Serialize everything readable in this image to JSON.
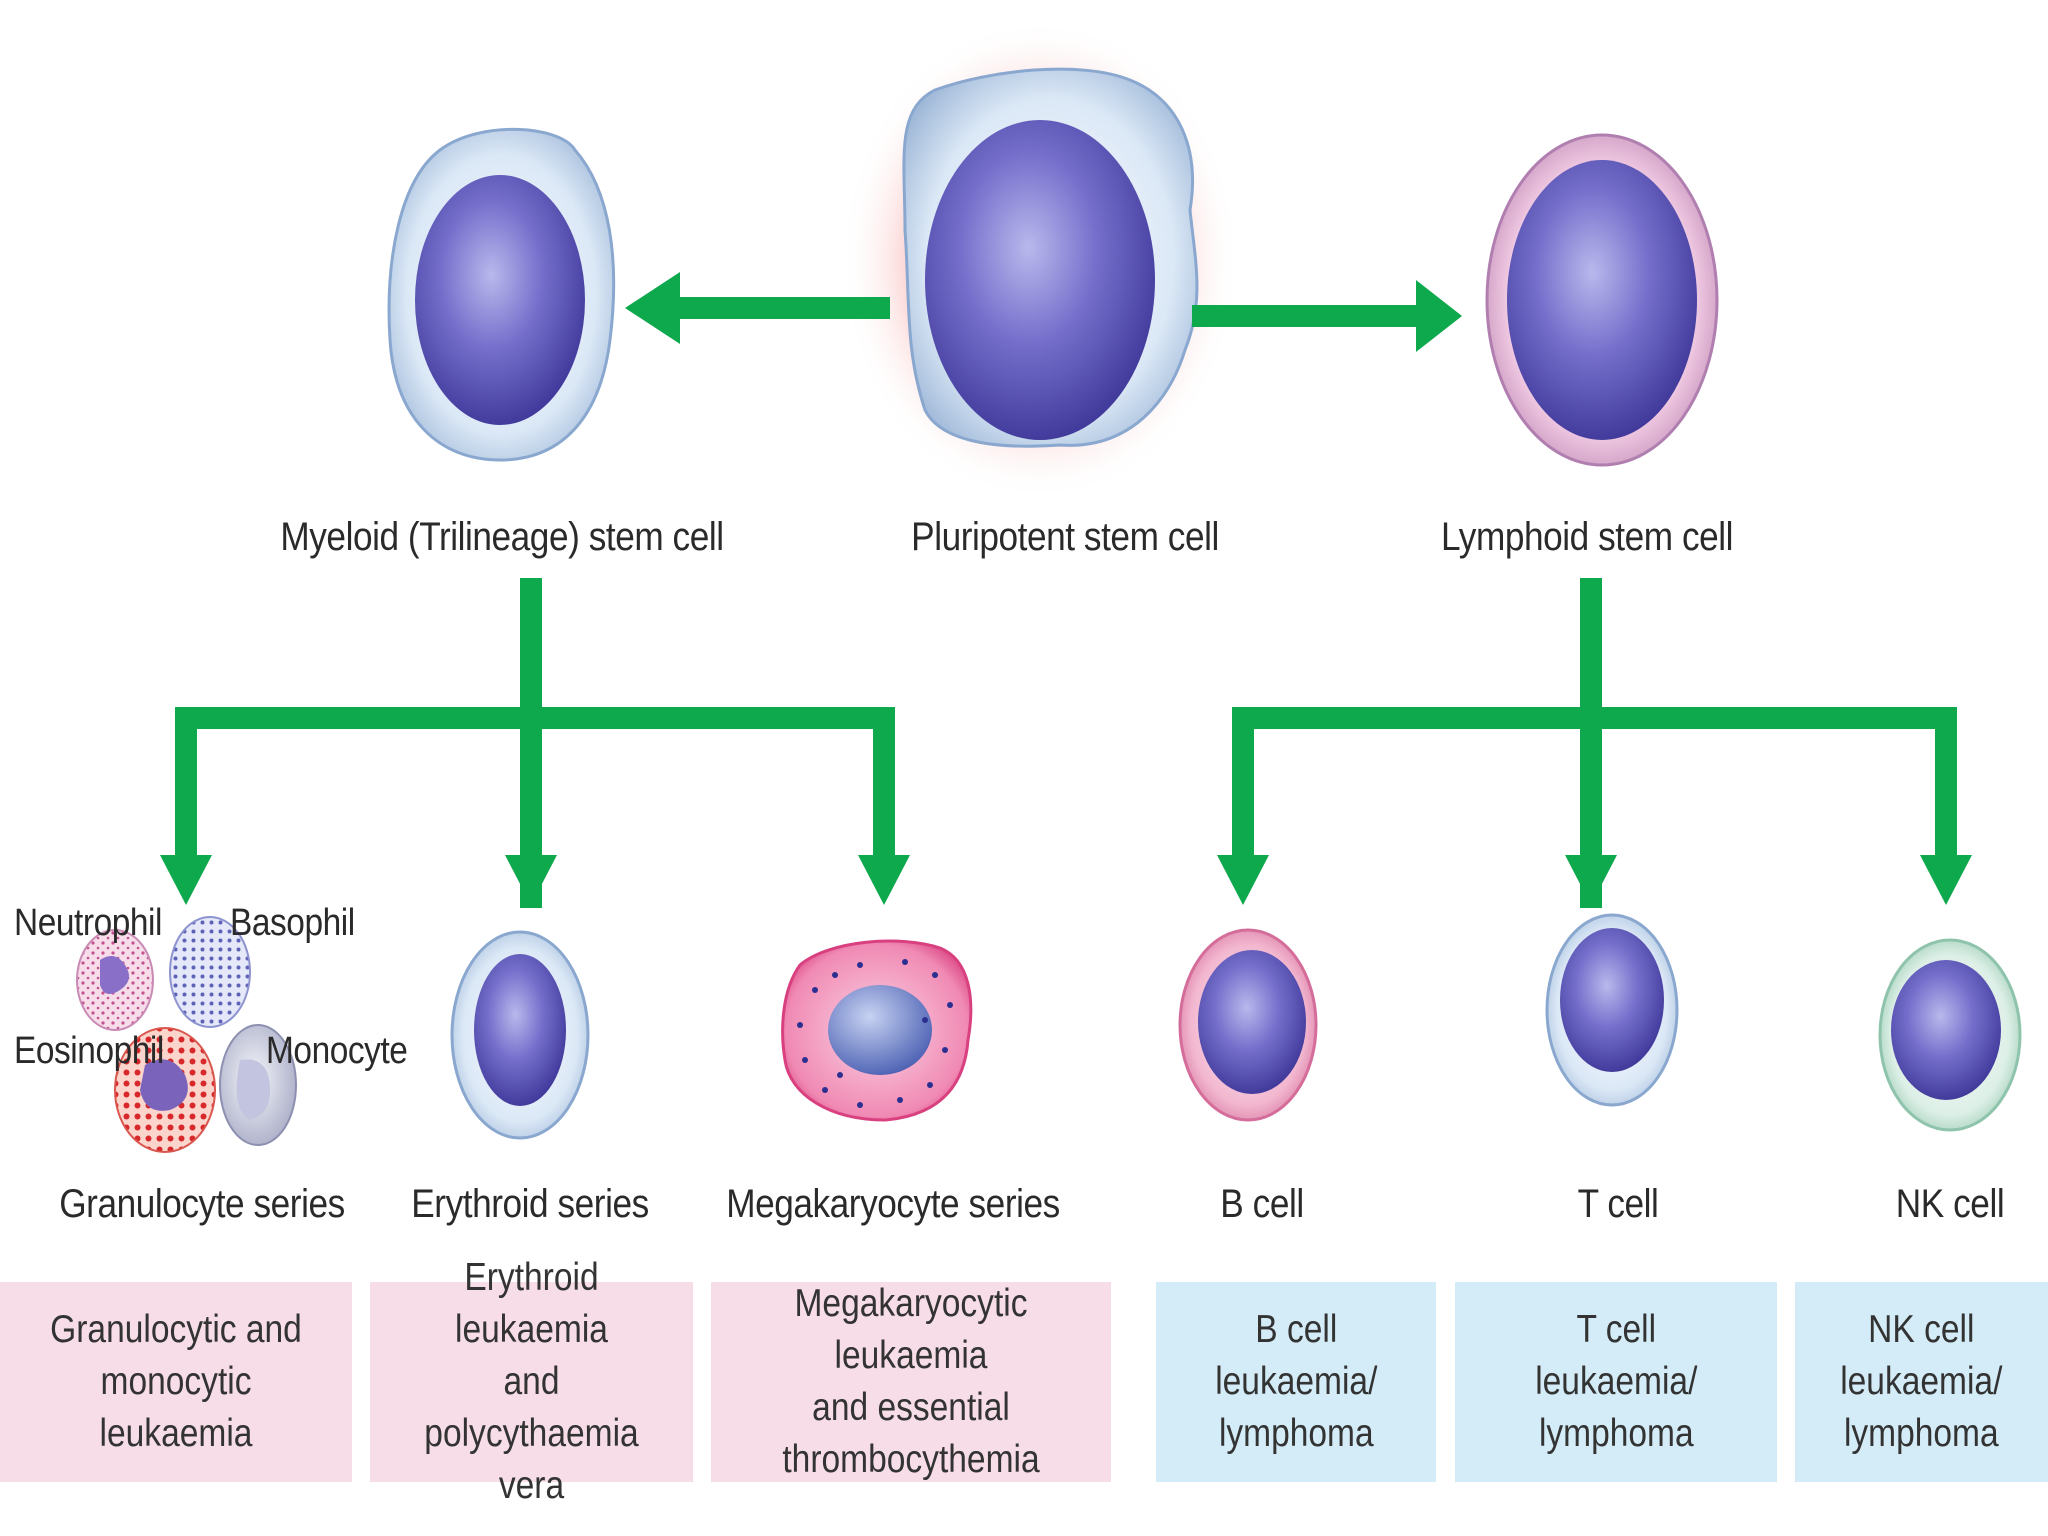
{
  "stem_cells": {
    "pluripotent": "Pluripotent stem cell",
    "myeloid": "Myeloid (Trilineage) stem cell",
    "lymphoid": "Lymphoid stem cell"
  },
  "series": {
    "granulocyte": "Granulocyte series",
    "erythroid": "Erythroid series",
    "megakaryocyte": "Megakaryocyte series",
    "b_cell": "B cell",
    "t_cell": "T cell",
    "nk_cell": "NK cell"
  },
  "granulocyte_types": {
    "neutrophil": "Neutrophil",
    "basophil": "Basophil",
    "eosinophil": "Eosinophil",
    "monocyte": "Monocyte"
  },
  "diseases": {
    "granulocytic": "Granulocytic and\nmonocytic leukaemia",
    "erythroid": "Erythroid leukaemia\nand polycythaemia\nvera",
    "megakaryocytic": "Megakaryocytic leukaemia\nand essential\nthrombocythemia",
    "b_cell": "B cell\nleukaemia/\nlymphoma",
    "t_cell": "T cell\nleukaemia/\nlymphoma",
    "nk_cell": "NK cell\nleukaemia/\nlymphoma"
  },
  "colors": {
    "arrow": "#0ea84d",
    "myeloid_box": "#f6dde7",
    "lymphoid_box": "#d4ecf8",
    "nucleus": "#5a55b5",
    "cytoplasm_blue": "#cfe2f3"
  }
}
